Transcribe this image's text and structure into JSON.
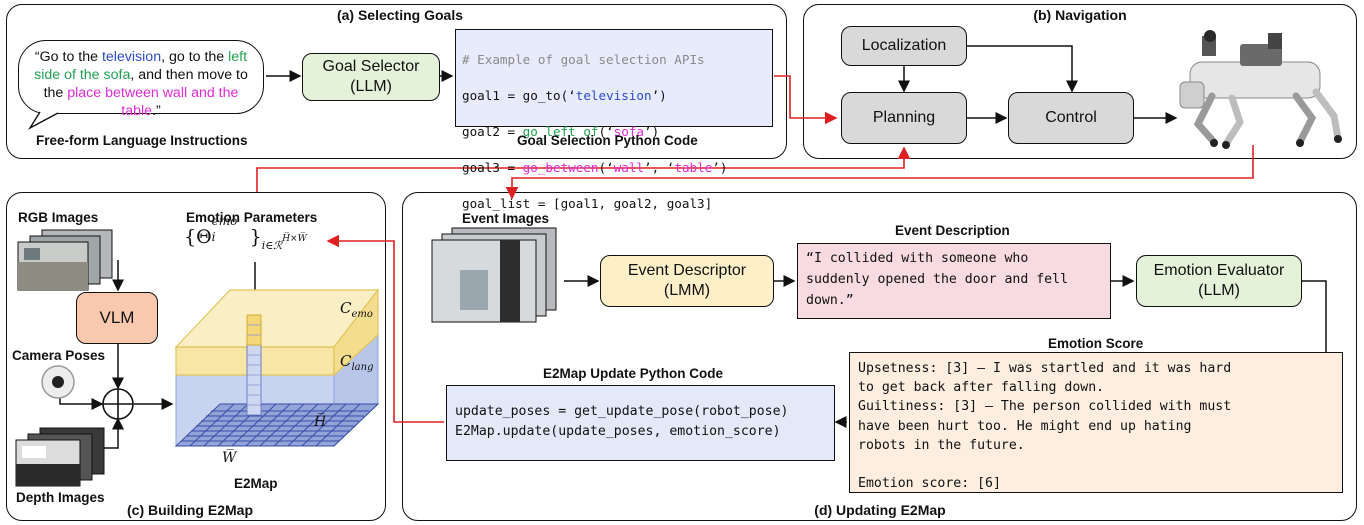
{
  "panels": {
    "a": "(a) Selecting Goals",
    "b": "(b) Navigation",
    "c": "(c) Building E2Map",
    "d": "(d) Updating E2Map"
  },
  "instruction": {
    "p1": "“Go to the ",
    "television": "television",
    "p2": ", go to the ",
    "left_side": "left side of the sofa",
    "p3": ", and then move to the ",
    "between": "place between wall and the table",
    "p4": ".”",
    "caption": "Free-form Language Instructions"
  },
  "goal_selector": {
    "line1": "Goal Selector",
    "line2": "(LLM)"
  },
  "goal_code": {
    "comment": "# Example of goal selection APIs",
    "l1_a": "goal1 = go_to(‘",
    "l1_b": "television",
    "l1_c": "’)",
    "l2_a": "goal2 = ",
    "l2_b": "go_left_of",
    "l2_c": "(‘",
    "l2_d": "sofa",
    "l2_e": "’)",
    "l3_a": "goal3 = ",
    "l3_b": "go_between",
    "l3_c": "(‘",
    "l3_d": "wall",
    "l3_e": "’, ‘",
    "l3_f": "table",
    "l3_g": "’)",
    "l4": "goal_list = [goal1, goal2, goal3]",
    "caption": "Goal Selection Python Code"
  },
  "navigation": {
    "localization": "Localization",
    "planning": "Planning",
    "control": "Control"
  },
  "build": {
    "rgb": "RGB Images",
    "vlm": "VLM",
    "camera": "Camera Poses",
    "depth": "Depth Images",
    "emotion_params": "Emotion Parameters",
    "theta": "{Θ",
    "theta_sup": "emo",
    "theta_sub": "i",
    "theta_close": "}",
    "theta_set": "i∈ℛ",
    "theta_dims": "H̅×W̅",
    "c_emo": "C",
    "c_emo_sub": "emo",
    "c_lang": "C",
    "c_lang_sub": "lang",
    "h_bar": "H̅",
    "w_bar": "W̅",
    "e2map": "E2Map"
  },
  "update": {
    "event_images": "Event Images",
    "event_descriptor_1": "Event Descriptor",
    "event_descriptor_2": "(LMM)",
    "event_description_title": "Event Description",
    "event_description": "“I collided with someone who\nsuddenly opened the door and fell\ndown.”",
    "emotion_evaluator_1": "Emotion Evaluator",
    "emotion_evaluator_2": "(LLM)",
    "emotion_score_title": "Emotion Score",
    "emotion_score_text": "Upsetness: [3] – I was startled and it was hard\nto get back after falling down.\nGuiltiness: [3] – The person collided with must\nhave been hurt too. He might end up hating\nrobots in the future.\n\nEmotion score: [6]",
    "code_title": "E2Map Update Python Code",
    "code_text": "update_poses = get_update_pose(robot_pose)\nE2Map.update(update_poses, emotion_score)"
  },
  "colors": {
    "goal_selector": "#e3f2d9",
    "code_bg": "#e7ebfb",
    "nav_box": "#d9d9d9",
    "vlm": "#f8c9ae",
    "event_descriptor": "#fdf0c8",
    "event_description": "#f8dbe0",
    "emotion_evaluator": "#e3f2d9",
    "emotion_score": "#fdeee0",
    "update_code": "#e4e9fa",
    "red_arrow": "#e02020",
    "map_yellow": "#f7e6a6",
    "map_blue": "#c8d3ef"
  }
}
